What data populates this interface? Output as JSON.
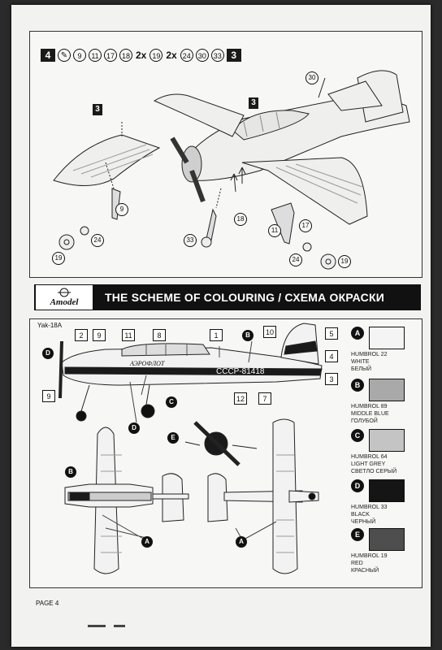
{
  "step": {
    "number": "4",
    "parts_header": [
      "9",
      "11",
      "17",
      "18"
    ],
    "mult1": "2x",
    "part_a": "19",
    "mult2": "2x",
    "parts_tail": [
      "24",
      "30",
      "33"
    ],
    "ref_block": "3"
  },
  "callouts": {
    "top_30": "30",
    "left_9": "9",
    "left_24": "24",
    "left_19": "19",
    "mid_18": "18",
    "mid_33": "33",
    "right_17": "17",
    "right_11": "11",
    "right_24": "24",
    "right_19": "19",
    "ref_left": "3",
    "ref_mid": "3"
  },
  "banner": {
    "logo_text": "Amodel",
    "title": "THE SCHEME OF COLOURING / СХЕМА ОКРАСКИ"
  },
  "scheme": {
    "model": "Yak-18A",
    "registration": "СССР-81418",
    "fuselage_script": "АЭРОФЛОТ",
    "boxes": {
      "b2": "2",
      "b9": "9",
      "b11": "11",
      "b8": "8",
      "b1": "1",
      "b10": "10",
      "b5": "5",
      "b4": "4",
      "b3": "3",
      "b12": "12",
      "b7": "7",
      "b9b": "9"
    },
    "letters": {
      "A": "A",
      "B": "B",
      "C": "C",
      "D": "D",
      "E": "E"
    }
  },
  "paints": [
    {
      "letter": "A",
      "color": "#f4f4f4",
      "line1": "HUMBROL 22",
      "line2": "WHITE",
      "line3": "БЕЛЫЙ"
    },
    {
      "letter": "B",
      "color": "#a9a9a9",
      "line1": "HUMBROL 89",
      "line2": "MIDDLE BLUE",
      "line3": "ГОЛУБОЙ"
    },
    {
      "letter": "C",
      "color": "#c4c4c4",
      "line1": "HUMBROL 64",
      "line2": "LIGHT GREY",
      "line3": "СВЕТЛО СЕРЫЙ"
    },
    {
      "letter": "D",
      "color": "#151515",
      "line1": "HUMBROL 33",
      "line2": "BLACK",
      "line3": "ЧЕРНЫЙ"
    },
    {
      "letter": "E",
      "color": "#4e4e4e",
      "line1": "HUMBROL 19",
      "line2": "RED",
      "line3": "КРАСНЫЙ"
    }
  ],
  "page": {
    "label": "PAGE 4"
  }
}
